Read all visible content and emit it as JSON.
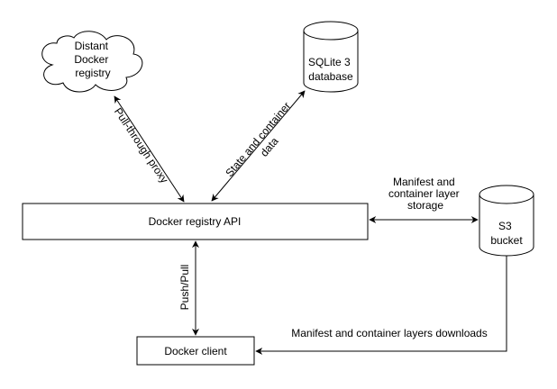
{
  "nodes": {
    "distant_registry": [
      "Distant",
      "Docker",
      "registry"
    ],
    "sqlite_db": [
      "SQLite 3",
      "database"
    ],
    "registry_api": "Docker registry API",
    "s3_bucket": [
      "S3",
      "bucket"
    ],
    "docker_client": "Docker client"
  },
  "edges": {
    "pull_through": "Pull-through proxy",
    "state_data": [
      "State and container",
      "data"
    ],
    "manifest_storage": [
      "Manifest and",
      "container layer",
      "storage"
    ],
    "push_pull": "Push/Pull",
    "downloads": "Manifest and container layers downloads"
  },
  "colors": {
    "stroke": "#000000",
    "fill": "#ffffff",
    "text": "#000000"
  }
}
